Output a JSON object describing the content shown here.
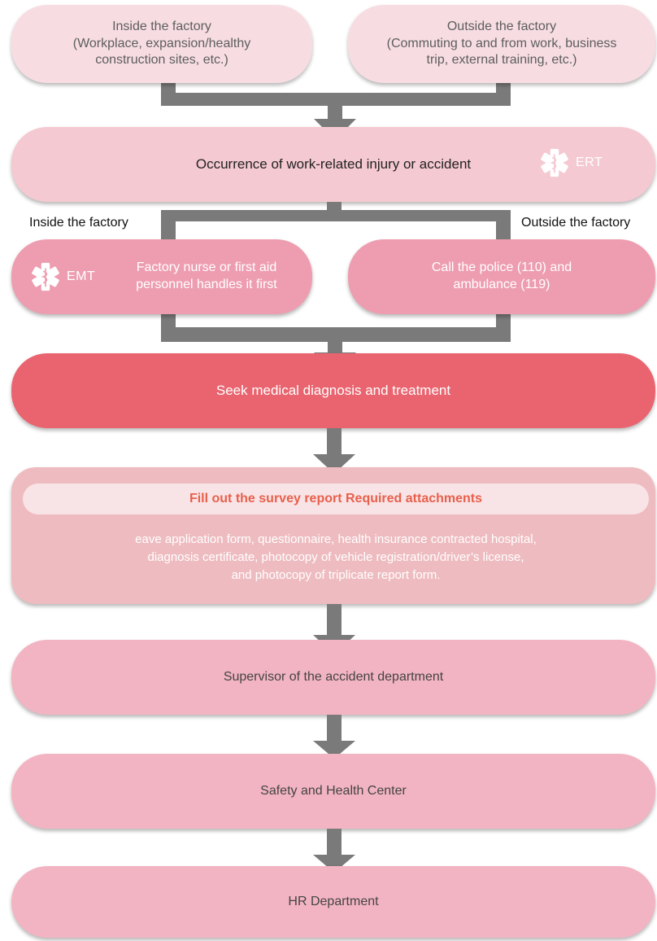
{
  "top_boxes": [
    {
      "line1": "Inside the factory",
      "line2": "(Workplace, expansion/healthy",
      "line3": "construction sites, etc.)"
    },
    {
      "line1": "Outside the factory",
      "line2": "(Commuting to and from work, business",
      "line3": "trip, external training, etc.)"
    }
  ],
  "occurrence": {
    "text": "Occurrence of work-related injury or accident",
    "icon_label": "ERT",
    "icon": "star-of-life-icon"
  },
  "branch_labels": {
    "inside": "Inside the factory",
    "outside": "Outside the factory"
  },
  "sub_boxes": [
    {
      "icon_label": "EMT",
      "icon": "star-of-life-icon",
      "line1": "Factory nurse or first aid",
      "line2": "personnel handles it first"
    },
    {
      "line1": "Call the police (110) and",
      "line2": "ambulance (119)"
    }
  ],
  "seek": {
    "text": "Seek medical diagnosis and treatment"
  },
  "survey": {
    "title": "Fill out the survey report Required attachments",
    "line1": "eave application form, questionnaire, health insurance contracted hospital,",
    "line2": "diagnosis certificate, photocopy of vehicle registration/driver’s license,",
    "line3": "and photocopy of triplicate report form."
  },
  "steps": [
    {
      "text": "Supervisor of the accident department"
    },
    {
      "text": "Safety and Health Center"
    },
    {
      "text": "HR Department"
    }
  ],
  "colors": {
    "top_box": "#f7dde2",
    "occurrence": "#f5c9d1",
    "sub_box": "#ee9db0",
    "seek": "#e9646f",
    "survey": "#eebcc0",
    "survey_title_text": "#e8604c",
    "step_box": "#f2b4c2",
    "connector": "#7a7a7a"
  }
}
